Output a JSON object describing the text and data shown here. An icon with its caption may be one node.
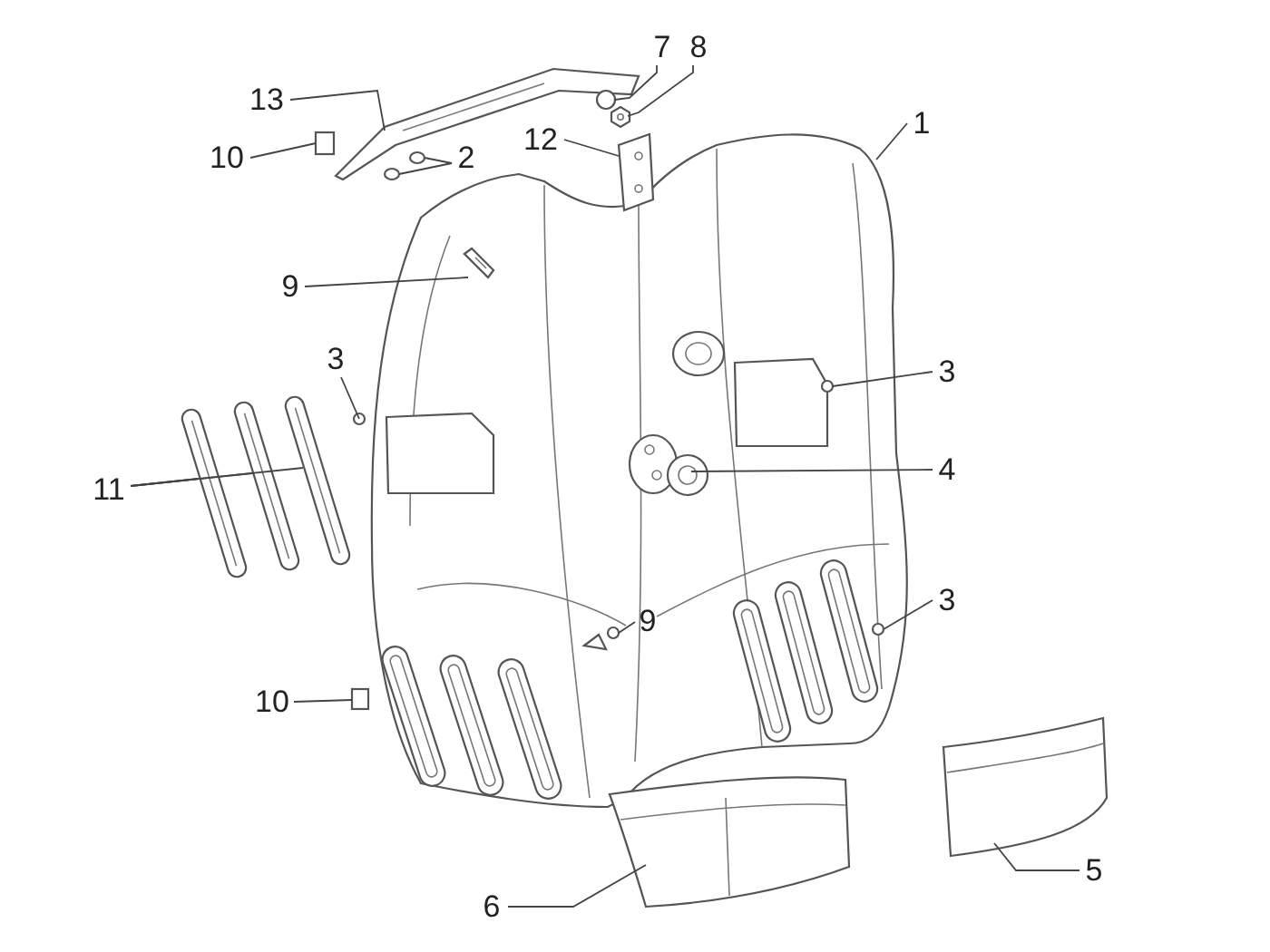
{
  "diagram": {
    "nodes": [
      {
        "text": [
          "13"
        ]
      },
      {
        "text": [
          "10"
        ]
      },
      {
        "text": [
          "2"
        ]
      },
      {
        "text": [
          "7"
        ]
      },
      {
        "text": [
          "8"
        ]
      },
      {
        "text": [
          "12"
        ]
      },
      {
        "text": [
          "1"
        ]
      },
      {
        "text": [
          "9"
        ]
      },
      {
        "text": [
          "3"
        ]
      },
      {
        "text": [
          "3"
        ]
      },
      {
        "text": [
          "11"
        ]
      },
      {
        "text": [
          "4"
        ]
      },
      {
        "text": [
          "3"
        ]
      },
      {
        "text": [
          "9"
        ],
        "in": 17
      },
      {
        "text": [
          "10"
        ]
      },
      {
        "text": [
          "6"
        ]
      },
      {
        "text": [
          "5"
        ]
      },
      {
        "text": [],
        "shape": "picture"
      },
      {
        "text": [],
        "shape": "picture"
      },
      {
        "text": [],
        "shape": "box"
      },
      {
        "text": [],
        "shape": "circle"
      },
      {
        "text": [],
        "shape": "circle"
      },
      {
        "text": [],
        "shape": "circle"
      },
      {
        "text": [],
        "shape": "picture"
      },
      {
        "text": [],
        "shape": "picture"
      },
      {
        "text": [],
        "shape": "picture",
        "in": 17
      },
      {
        "text": [],
        "shape": "circle"
      },
      {
        "text": [],
        "shape": "circle",
        "in": 17
      },
      {
        "text": [],
        "shape": "picture"
      },
      {
        "text": [],
        "shape": "picture"
      },
      {
        "text": [],
        "shape": "picture"
      },
      {
        "text": [],
        "shape": "picture",
        "in": 17
      },
      {
        "text": [],
        "shape": "circle",
        "in": 17
      },
      {
        "text": [],
        "shape": "circle",
        "in": 17
      },
      {
        "text": [],
        "shape": "box"
      },
      {
        "text": [],
        "shape": "picture"
      },
      {
        "text": [],
        "shape": "picture"
      }
    ],
    "edges": [
      {
        "from": 0,
        "to": 18,
        "arrow": "none"
      },
      {
        "from": 1,
        "to": 19,
        "arrow": "none"
      },
      {
        "from": 2,
        "to": 20,
        "arrow": "none"
      },
      {
        "from": 2,
        "to": 21,
        "arrow": "none"
      },
      {
        "from": 3,
        "to": 22,
        "arrow": "none"
      },
      {
        "from": 4,
        "to": 23,
        "arrow": "none"
      },
      {
        "from": 5,
        "to": 24,
        "arrow": "none"
      },
      {
        "from": 6,
        "to": 17,
        "arrow": "none"
      },
      {
        "from": 7,
        "to": 25,
        "arrow": "none"
      },
      {
        "from": 8,
        "to": 26,
        "arrow": "none"
      },
      {
        "from": 9,
        "to": 27,
        "arrow": "none"
      },
      {
        "from": 10,
        "to": 28,
        "arrow": "none"
      },
      {
        "from": 10,
        "to": 29,
        "arrow": "none"
      },
      {
        "from": 10,
        "to": 30,
        "arrow": "none"
      },
      {
        "from": 11,
        "to": 31,
        "arrow": "none"
      },
      {
        "from": 12,
        "to": 32,
        "arrow": "none"
      },
      {
        "from": 13,
        "to": 33,
        "arrow": "none"
      },
      {
        "from": 14,
        "to": 34,
        "arrow": "none"
      },
      {
        "from": 15,
        "to": 35,
        "arrow": "none"
      },
      {
        "from": 16,
        "to": 36,
        "arrow": "none"
      }
    ]
  }
}
